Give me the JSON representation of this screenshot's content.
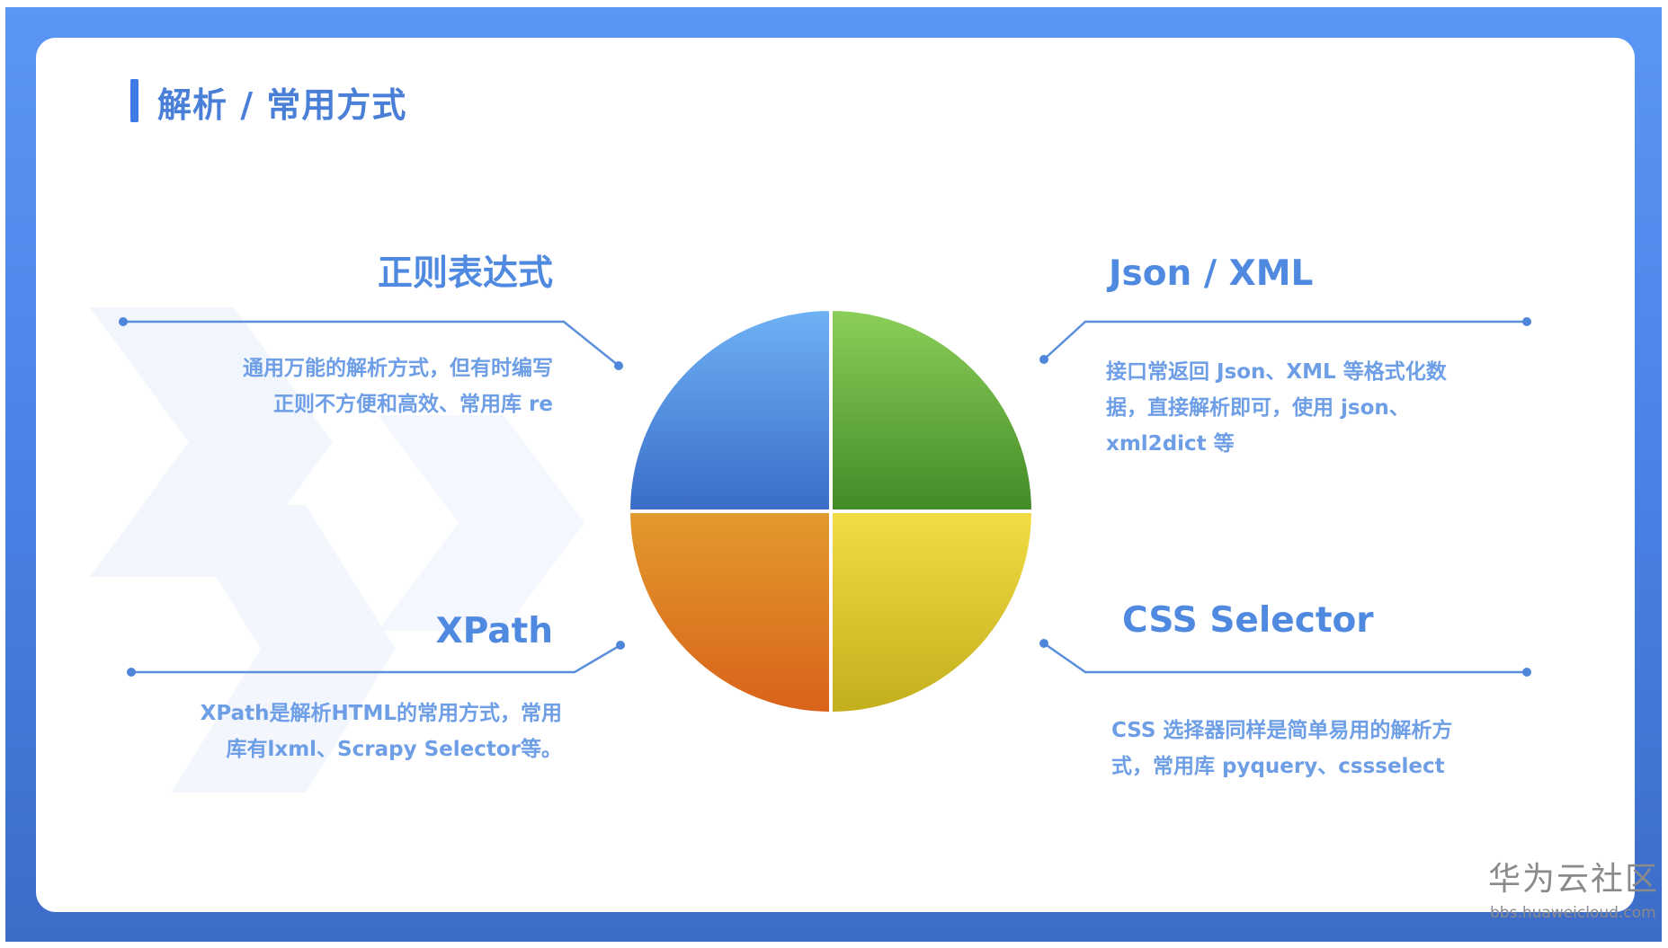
{
  "title": "解析 / 常用方式",
  "colors": {
    "accent": "#3f7be6",
    "text": "#4f8ae0",
    "blue": "#3f74d4",
    "green": "#4f9a2c",
    "yellow": "#e6cc2a",
    "orange": "#de6f1c"
  },
  "sections": [
    {
      "heading": "正则表达式",
      "lines": [
        "通用万能的解析方式，但有时编写",
        "正则不方便和高效、常用库 re"
      ]
    },
    {
      "heading": "Json / XML",
      "lines": [
        "接口常返回 Json、XML 等格式化数",
        "据，直接解析即可，使用 json、",
        "xml2dict 等"
      ]
    },
    {
      "heading": "XPath",
      "lines": [
        "XPath是解析HTML的常用方式，常用",
        "库有lxml、Scrapy Selector等。"
      ]
    },
    {
      "heading": "CSS Selector",
      "lines": [
        "CSS 选择器同样是简单易用的解析方",
        "式，常用库 pyquery、cssselect"
      ]
    }
  ],
  "watermark": {
    "name": "华为云社区",
    "url": "bbs.huaweicloud.com"
  }
}
